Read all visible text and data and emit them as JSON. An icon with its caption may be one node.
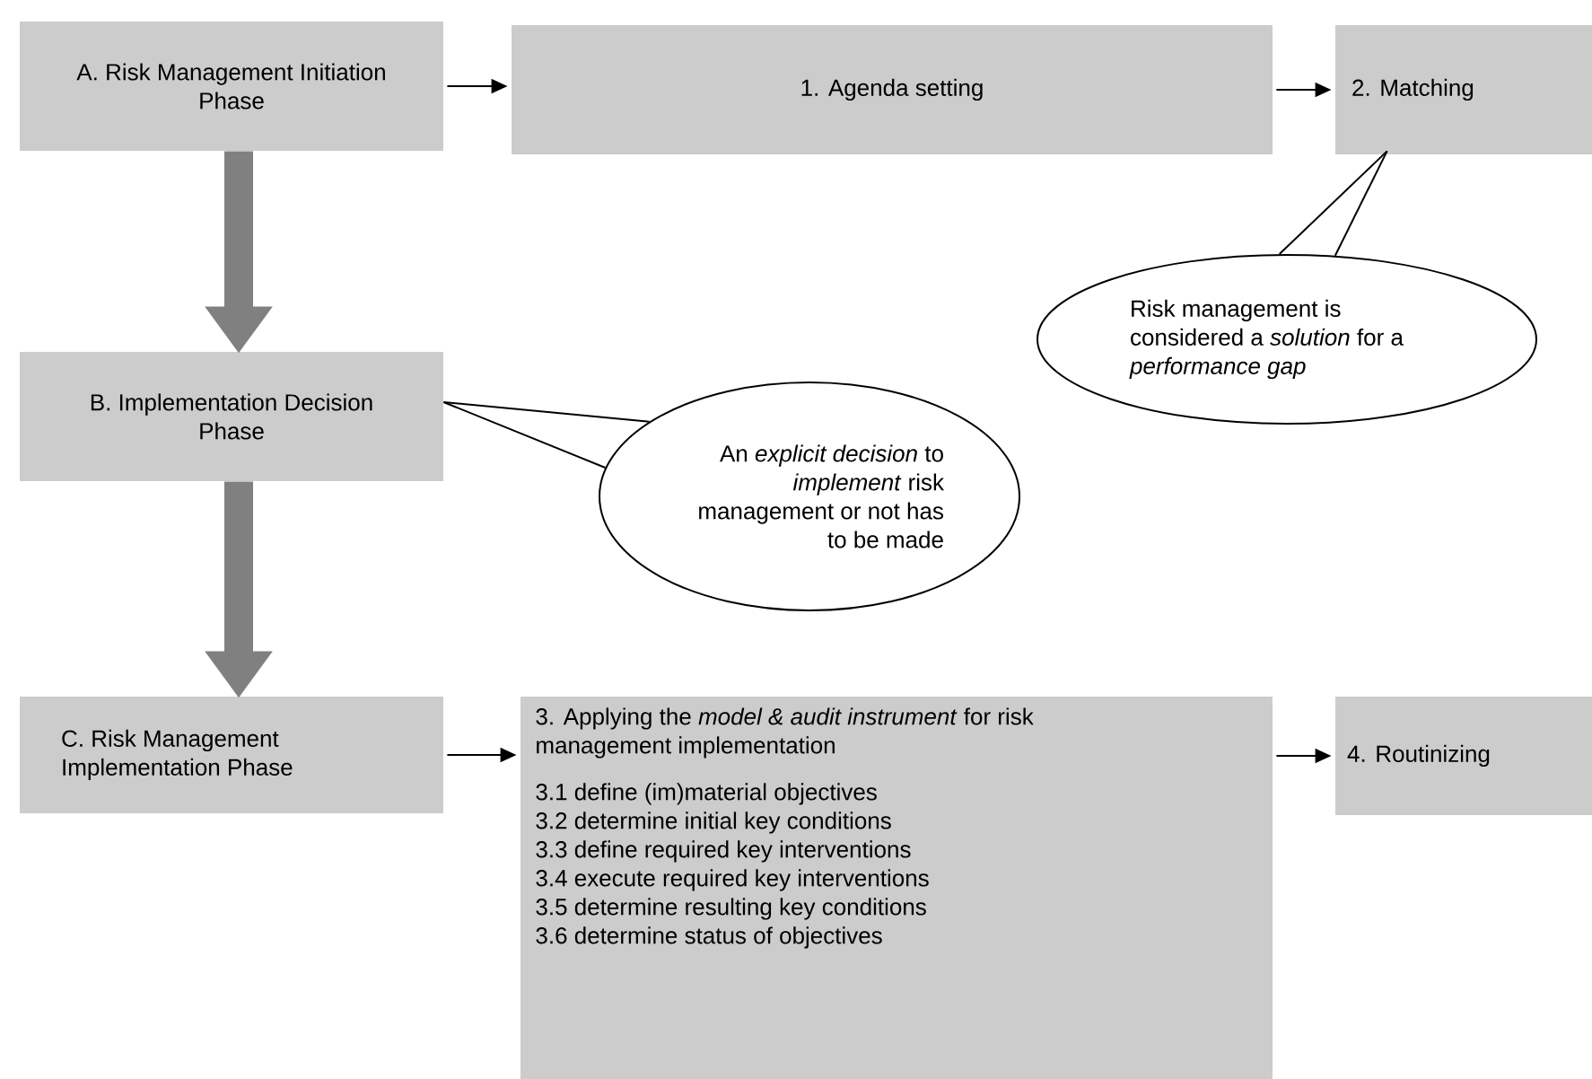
{
  "diagram": {
    "nodes": [
      {
        "text": [
          "A. Risk Management Initiation Phase"
        ]
      },
      {
        "text": [
          "1. Agenda setting"
        ]
      },
      {
        "text": [
          "2. Matching"
        ]
      },
      {
        "text": [
          "Risk management is considered a *solution* for a *performance gap*"
        ]
      },
      {
        "text": [
          "B. Implementation Decision Phase"
        ]
      },
      {
        "text": [
          "An *explicit decision* to *implement* risk management or not has to be made"
        ]
      },
      {
        "text": [
          "C.  Risk Management Implementation Phase"
        ]
      },
      {
        "text": [
          "3. Applying the *model & audit instrument* for risk management implementation",
          "3.1 define (im)material objectives",
          "3.2 determine initial key conditions",
          "3.3 define required key interventions",
          "3.4 execute required key interventions",
          "3.5 determine resulting key conditions",
          "3.6 determine status of objectives"
        ]
      },
      {
        "text": [
          "4. Routinizing"
        ]
      }
    ],
    "edges": [
      {
        "from": 0,
        "to": 1,
        "arrow": "to"
      },
      {
        "from": 1,
        "to": 2,
        "arrow": "to"
      },
      {
        "from": 3,
        "to": 2,
        "arrow": "none"
      },
      {
        "from": 0,
        "to": 4,
        "arrow": "to",
        "style": "thick",
        "color": "#808080"
      },
      {
        "from": 4,
        "to": 6,
        "arrow": "to",
        "style": "thick",
        "color": "#808080"
      },
      {
        "from": 5,
        "to": 4,
        "arrow": "none"
      },
      {
        "from": 6,
        "to": 7,
        "arrow": "to"
      },
      {
        "from": 7,
        "to": 8,
        "arrow": "to"
      }
    ]
  }
}
